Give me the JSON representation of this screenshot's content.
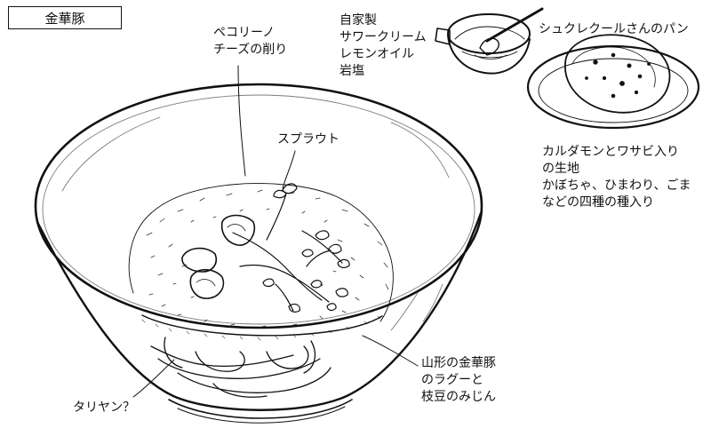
{
  "title": "金華豚",
  "labels": {
    "pecorino": [
      "ペコリーノ",
      "チーズの削り"
    ],
    "sprout": [
      "スプラウト"
    ],
    "sauce": [
      "自家製",
      "サワークリーム",
      "レモンオイル",
      "岩塩"
    ],
    "bread_shop": [
      "シュクレクールさんのパン"
    ],
    "bread_desc": [
      "カルダモンとワサビ入り",
      "の生地",
      "かぼちゃ、ひまわり、ごま",
      "などの四種の種入り"
    ],
    "ragu": [
      "山形の金華豚",
      "のラグーと",
      "枝豆のみじん"
    ],
    "pasta": [
      "タリヤン？"
    ]
  }
}
